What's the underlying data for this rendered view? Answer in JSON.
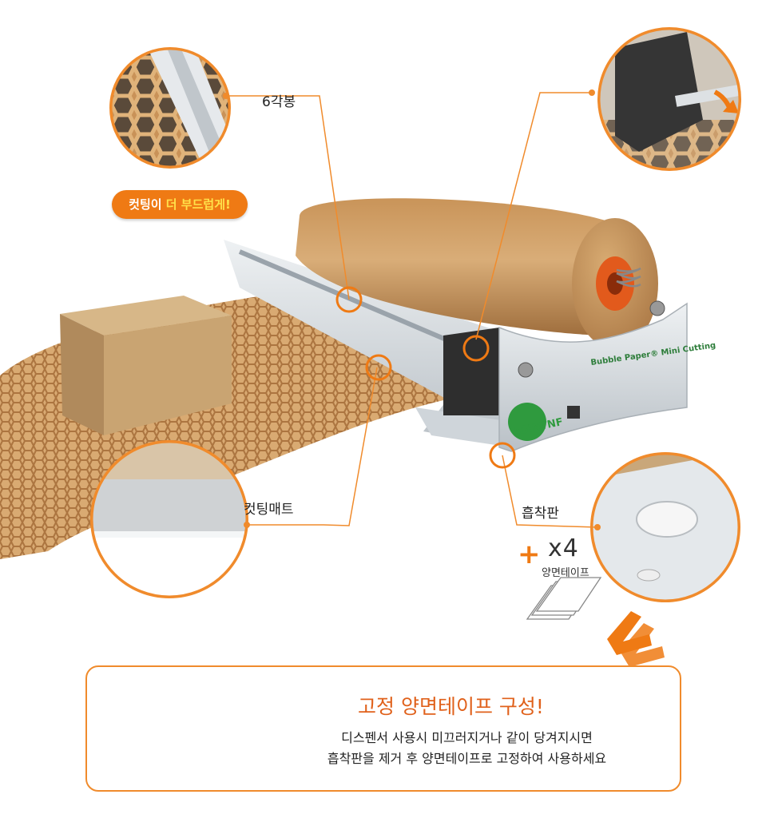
{
  "callouts": {
    "hex_rod": "6각봉",
    "cutting_mat": "컷팅매트",
    "suction_plate": "흡착판"
  },
  "badge": {
    "part1": "컷팅이 ",
    "part2": "더 부드럽게!"
  },
  "tape": {
    "plus": "+",
    "count": "x4",
    "label": "양면테이프"
  },
  "product": {
    "brand_label": "Bubble Paper® Mini Cutting",
    "logo_text": "ASINTNF"
  },
  "info": {
    "title": "고정 양면테이프 구성!",
    "line1": "디스펜서 사용시 미끄러지거나 같이 당겨지시면",
    "line2": "흡착판을 제거 후 양면테이프로 고정하여 사용하세요"
  },
  "colors": {
    "accent": "#ef7a14",
    "kraft": "#c99a63",
    "kraft_dark": "#a8733f",
    "steel": "#d9dee2"
  }
}
